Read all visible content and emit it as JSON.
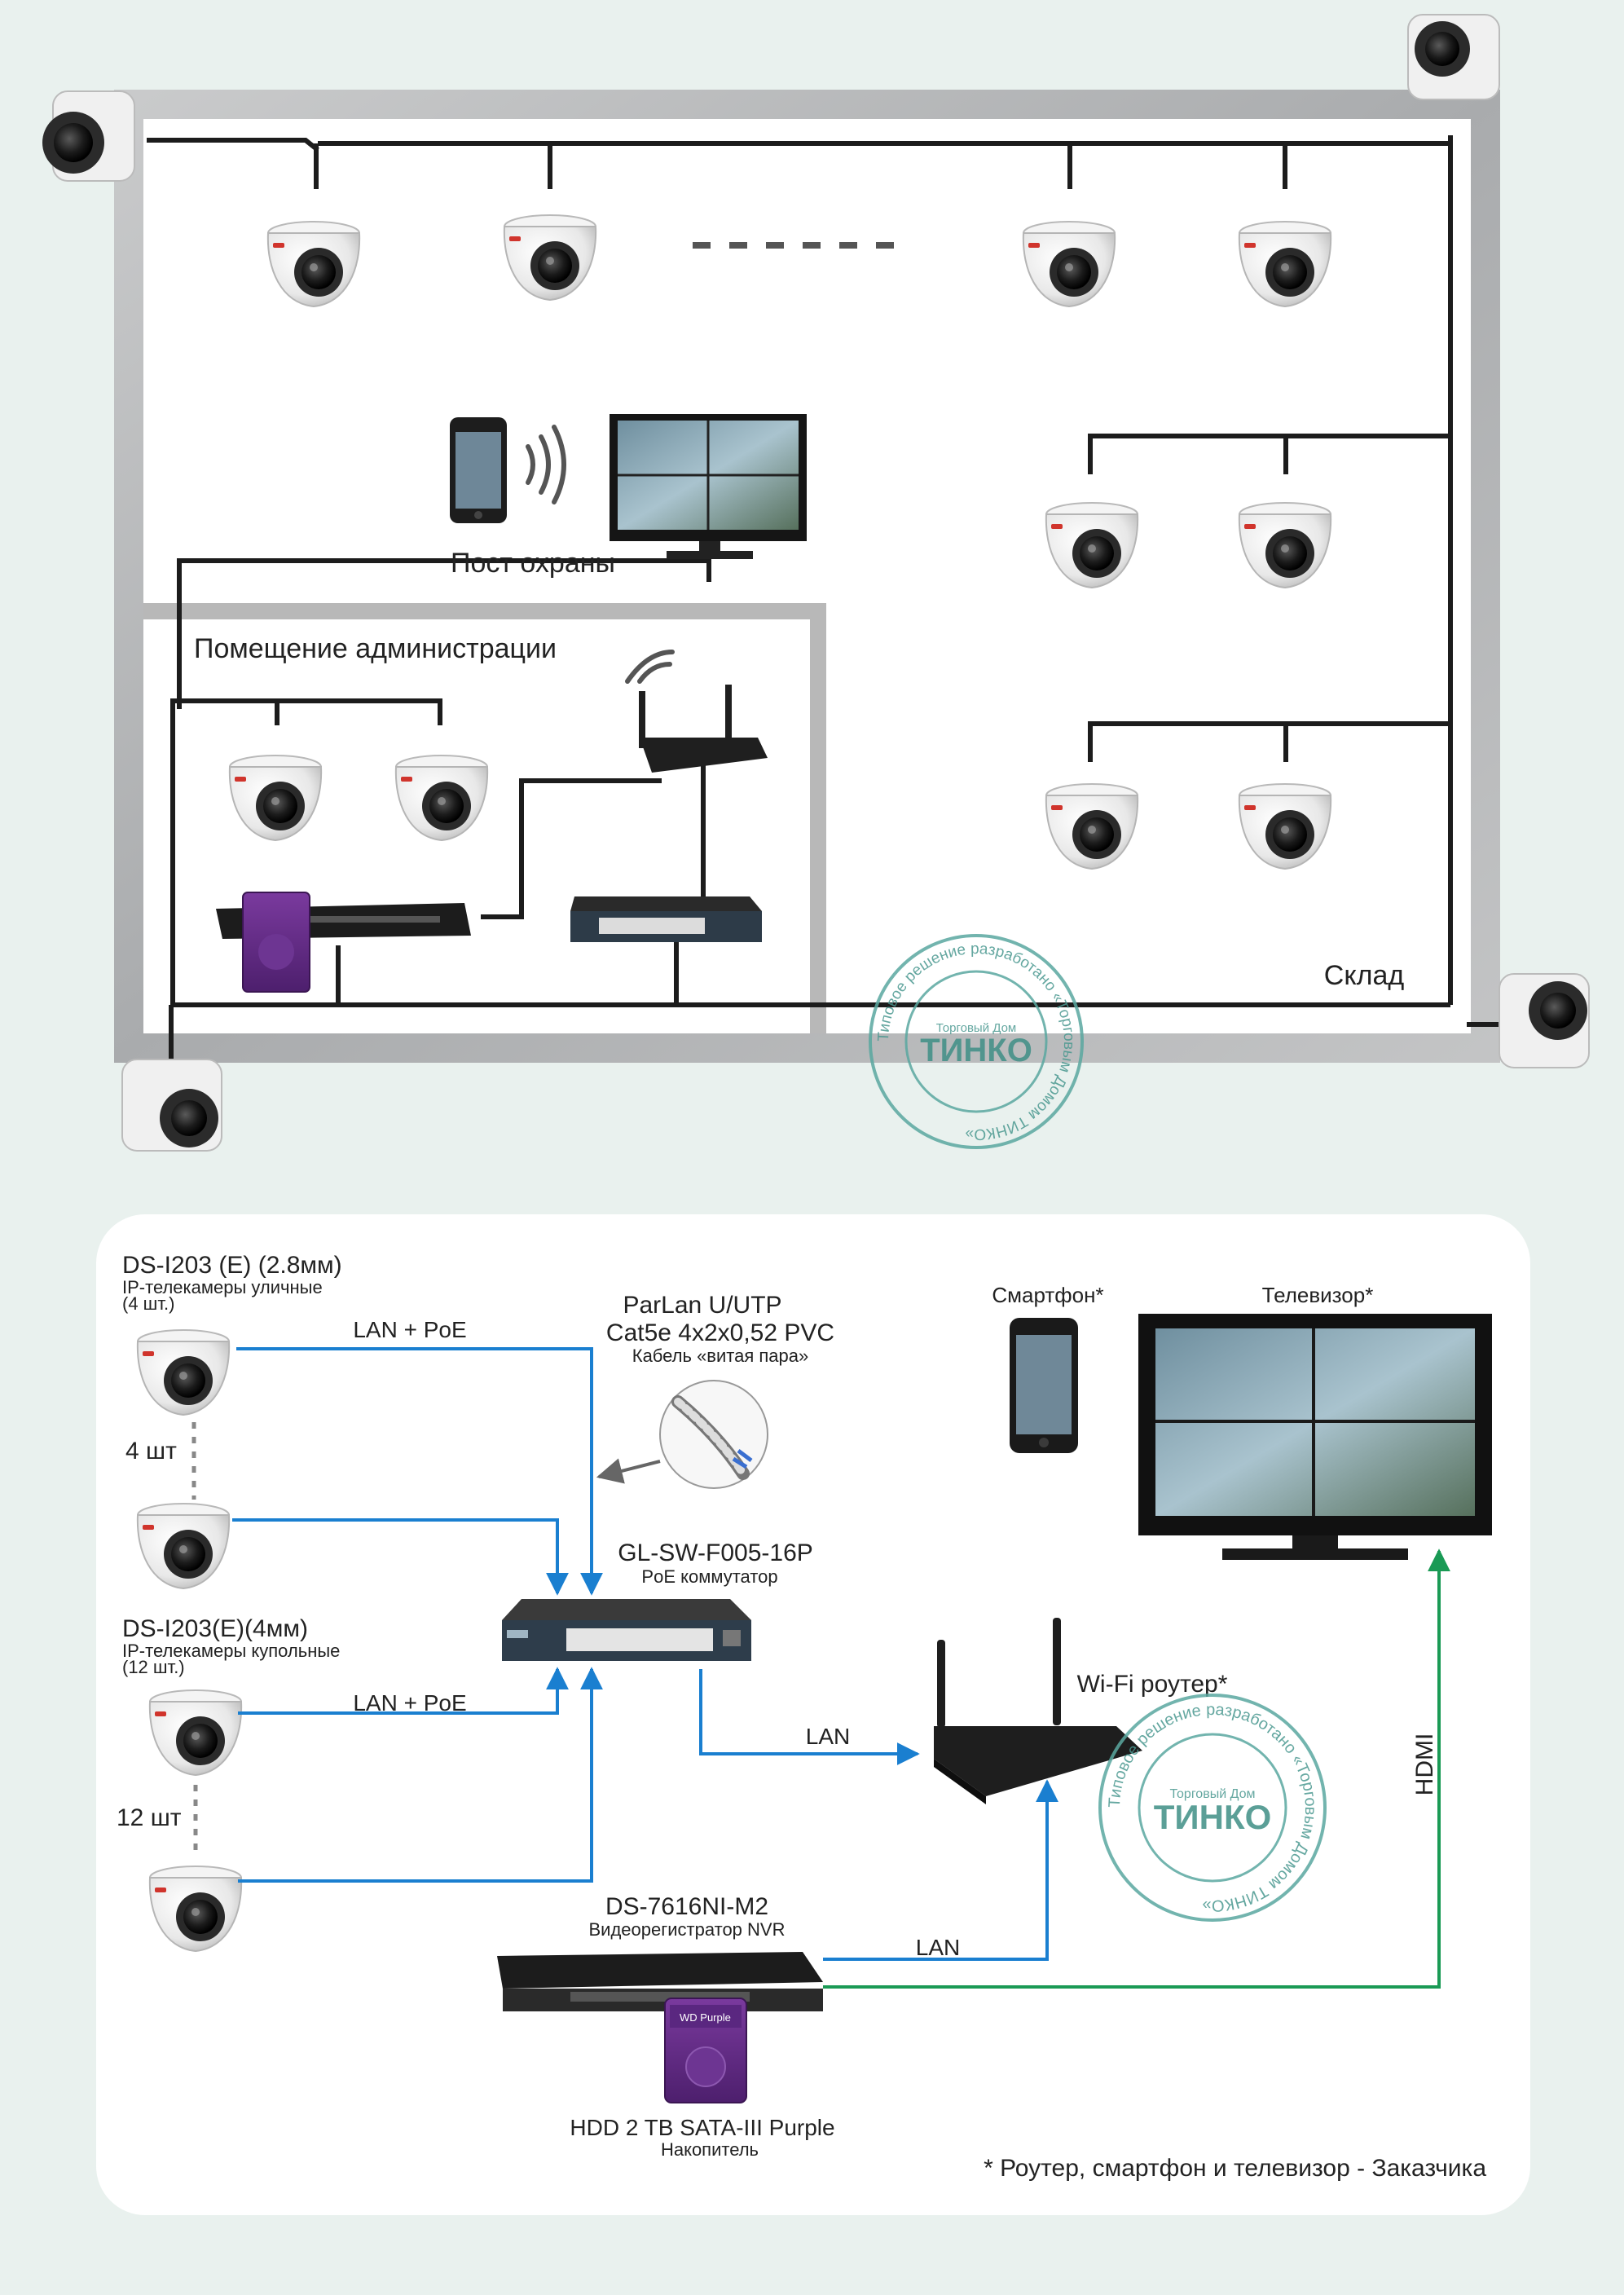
{
  "plan": {
    "guard_post_label": "Пост охраны",
    "admin_room_label": "Помещение администрации",
    "warehouse_label": "Склад"
  },
  "stamp": {
    "ring_text": "Типовое решение разработано «Торговым Домом ТИНКО»",
    "brand_small": "Торговый Дом",
    "brand": "ТИНКО"
  },
  "scheme": {
    "outdoor_cam": {
      "model": "DS-I203 (E) (2.8мм)",
      "desc1": "IP-телекамеры уличные",
      "desc2": "(4 шт.)",
      "count": "4 шт"
    },
    "dome_cam": {
      "model": "DS-I203(E)(4мм)",
      "desc1": "IP-телекамеры купольные",
      "desc2": "(12 шт.)",
      "count": "12 шт"
    },
    "lan_poe": "LAN + PoE",
    "lan": "LAN",
    "hdmi": "HDMI",
    "cable": {
      "line1": "ParLan U/UTP",
      "line2": "Cat5e 4x2x0,52 PVC",
      "line3": "Кабель «витая пара»"
    },
    "switch": {
      "model": "GL-SW-F005-16P",
      "desc": "PoE коммутатор"
    },
    "nvr": {
      "model": "DS-7616NI-M2",
      "desc": "Видеорегистратор NVR"
    },
    "hdd": {
      "model": "HDD 2 TB SATA-III Purple",
      "desc": "Накопитель",
      "brand": "WD Purple"
    },
    "router": "Wi-Fi роутер*",
    "smartphone": "Смартфон*",
    "tv": "Телевизор*",
    "footnote": "* Роутер, смартфон и телевизор - Заказчика"
  },
  "colors": {
    "background": "#e9f1ee",
    "lan_line": "#1a7fd0",
    "hdmi_line": "#1a9a55",
    "wall": "#b7b9bb",
    "stamp": "#5aa8a0"
  }
}
